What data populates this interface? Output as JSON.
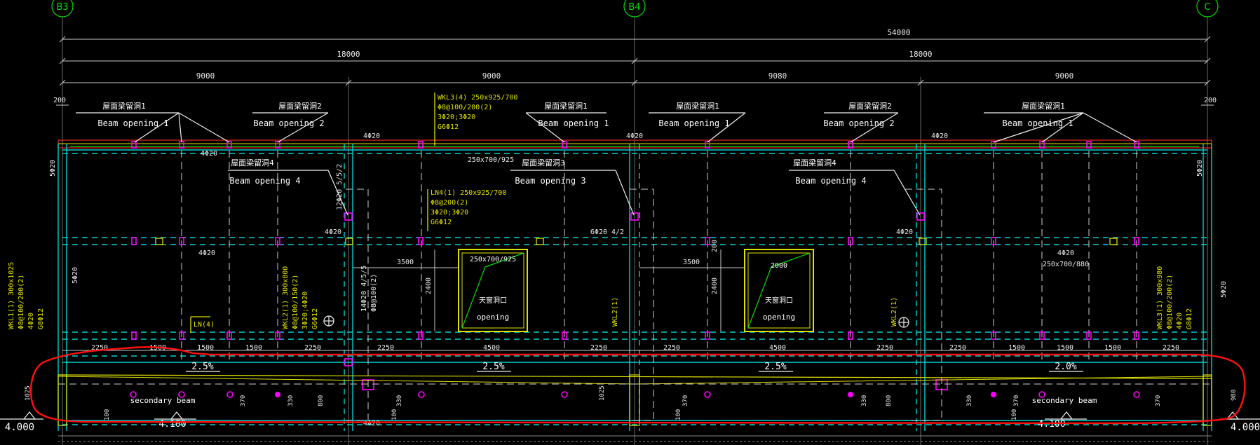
{
  "axes": [
    {
      "label": "B3"
    },
    {
      "label": "B4"
    },
    {
      "label": "C"
    }
  ],
  "dimensions": {
    "overall": "54000",
    "halves": [
      "18000",
      "18000"
    ],
    "bays": [
      "9000",
      "9000",
      "9080",
      "9000"
    ],
    "edge_left": "200",
    "edge_right": "200",
    "bottom": [
      "2250",
      "1500",
      "1500",
      "1500",
      "2250",
      "2250",
      "4500",
      "2250",
      "2250",
      "4500",
      "2250",
      "2250",
      "1500",
      "1500",
      "1500",
      "2250"
    ],
    "span_3500": "3500",
    "opening_width": "2000",
    "opening_height": "2400",
    "h_1025": "1025",
    "h_800": "800",
    "h_980": "980",
    "h_370": "370",
    "h_330": "330",
    "h_100": "100",
    "h_5_20": "5Φ20"
  },
  "openings_top": [
    {
      "cn": "屋面梁留洞1",
      "en": "Beam opening 1"
    },
    {
      "cn": "屋面梁留洞2",
      "en": "Beam opening 2"
    },
    {
      "cn": "屋面梁留洞1",
      "en": "Beam opening 1"
    },
    {
      "cn": "屋面梁留洞1",
      "en": "Beam opening 1"
    },
    {
      "cn": "屋面梁留洞2",
      "en": "Beam opening 2"
    },
    {
      "cn": "屋面梁留洞1",
      "en": "Beam opening 1"
    }
  ],
  "openings_mid": [
    {
      "cn": "屋面梁留洞4",
      "en": "Beam opening 4"
    },
    {
      "cn": "屋面梁留洞3",
      "en": "Beam opening 3"
    },
    {
      "cn": "屋面梁留洞4",
      "en": "Beam opening 4"
    }
  ],
  "beam_notes": {
    "wkl3": [
      "WKL3(4) 250x925/700",
      "Φ8@100/200(2)",
      "3Φ20;3Φ20",
      "G6Φ12"
    ],
    "ln4": [
      "LN4(1) 250x925/700",
      "Φ8@200(2)",
      "3Φ20;3Φ20",
      "G6Φ12"
    ],
    "sec_250_700_925": "250x700/925",
    "sec_250_700_880": "250x700/880",
    "box_sec": "250x700/925",
    "wkl1": [
      "WKL1(1) 300x1025",
      "Φ8@100/200(2)",
      "4Φ20",
      "G8Φ12"
    ],
    "wkl2": [
      "WKL2(1) 300x800",
      "Φ8@100/150(2)",
      "3Φ20;4Φ20",
      "G6Φ12"
    ],
    "wkl3r": [
      "WKL3(1) 300x980",
      "Φ8@100/200(2)",
      "4Φ20",
      "G8Φ12"
    ],
    "wkl2_21": "WKL2(1)",
    "wkl2_21b": "WKL2(1)",
    "ln4_label": "LN(4)",
    "rebar_4_20": "4Φ20",
    "rebar_6_20": "6Φ20 4/2",
    "rebar_12": "12Φ20 5/5/2",
    "rebar_14": "14Φ20 4/5/5",
    "rebar_14b": "Φ8@100(2)"
  },
  "big_openings": [
    {
      "cn": "天窗洞口",
      "en": "opening"
    },
    {
      "cn": "天窗洞口",
      "en": "opening"
    }
  ],
  "slopes": [
    "2.5%",
    "2.5%",
    "2.5%",
    "2.0%"
  ],
  "secondary_beam": "secondary beam",
  "elevations": {
    "left": "4.000",
    "right": "4.000",
    "mid_left": "4.100",
    "mid_right": "4.100"
  },
  "colors": {
    "highlight": "#ff1010",
    "beam": "#00d0d0",
    "note": "#e0e000",
    "axis": "#00e000"
  }
}
